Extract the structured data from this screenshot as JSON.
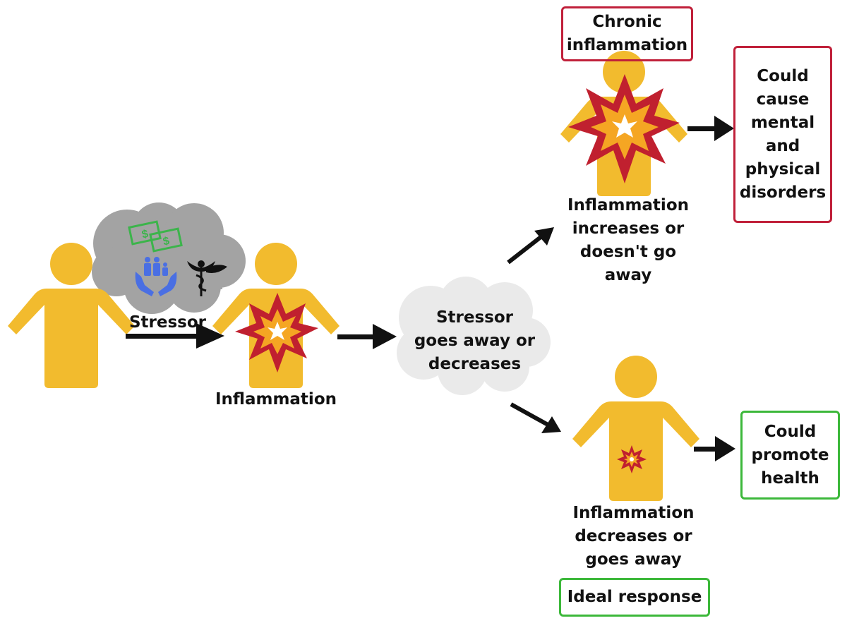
{
  "labels": {
    "stressor": "Stressor",
    "inflammation": "Inflammation",
    "stressor_cloud": "Stressor goes away or decreases",
    "path_up": "Inflammation increases or doesn't go away",
    "path_down": "Inflammation decreases or goes away"
  },
  "boxes": {
    "chronic": "Chronic inflammation",
    "disorders": "Could cause mental and physical disorders",
    "health": "Could promote health",
    "ideal": "Ideal response"
  },
  "colors": {
    "person": "#f2bb2e",
    "burst_outer": "#c0202f",
    "burst_mid": "#f5a623",
    "cloud_dark": "#a3a3a3",
    "cloud_light": "#eaeaea",
    "bad_border": "#c0203a",
    "good_border": "#3cb83a",
    "money_icon": "#3cb44b",
    "family_icon": "#4a6fe3"
  },
  "icons": [
    "money-icon",
    "family-hands-icon",
    "caduceus-icon",
    "burst-icon",
    "arrow-icon",
    "person-icon"
  ]
}
